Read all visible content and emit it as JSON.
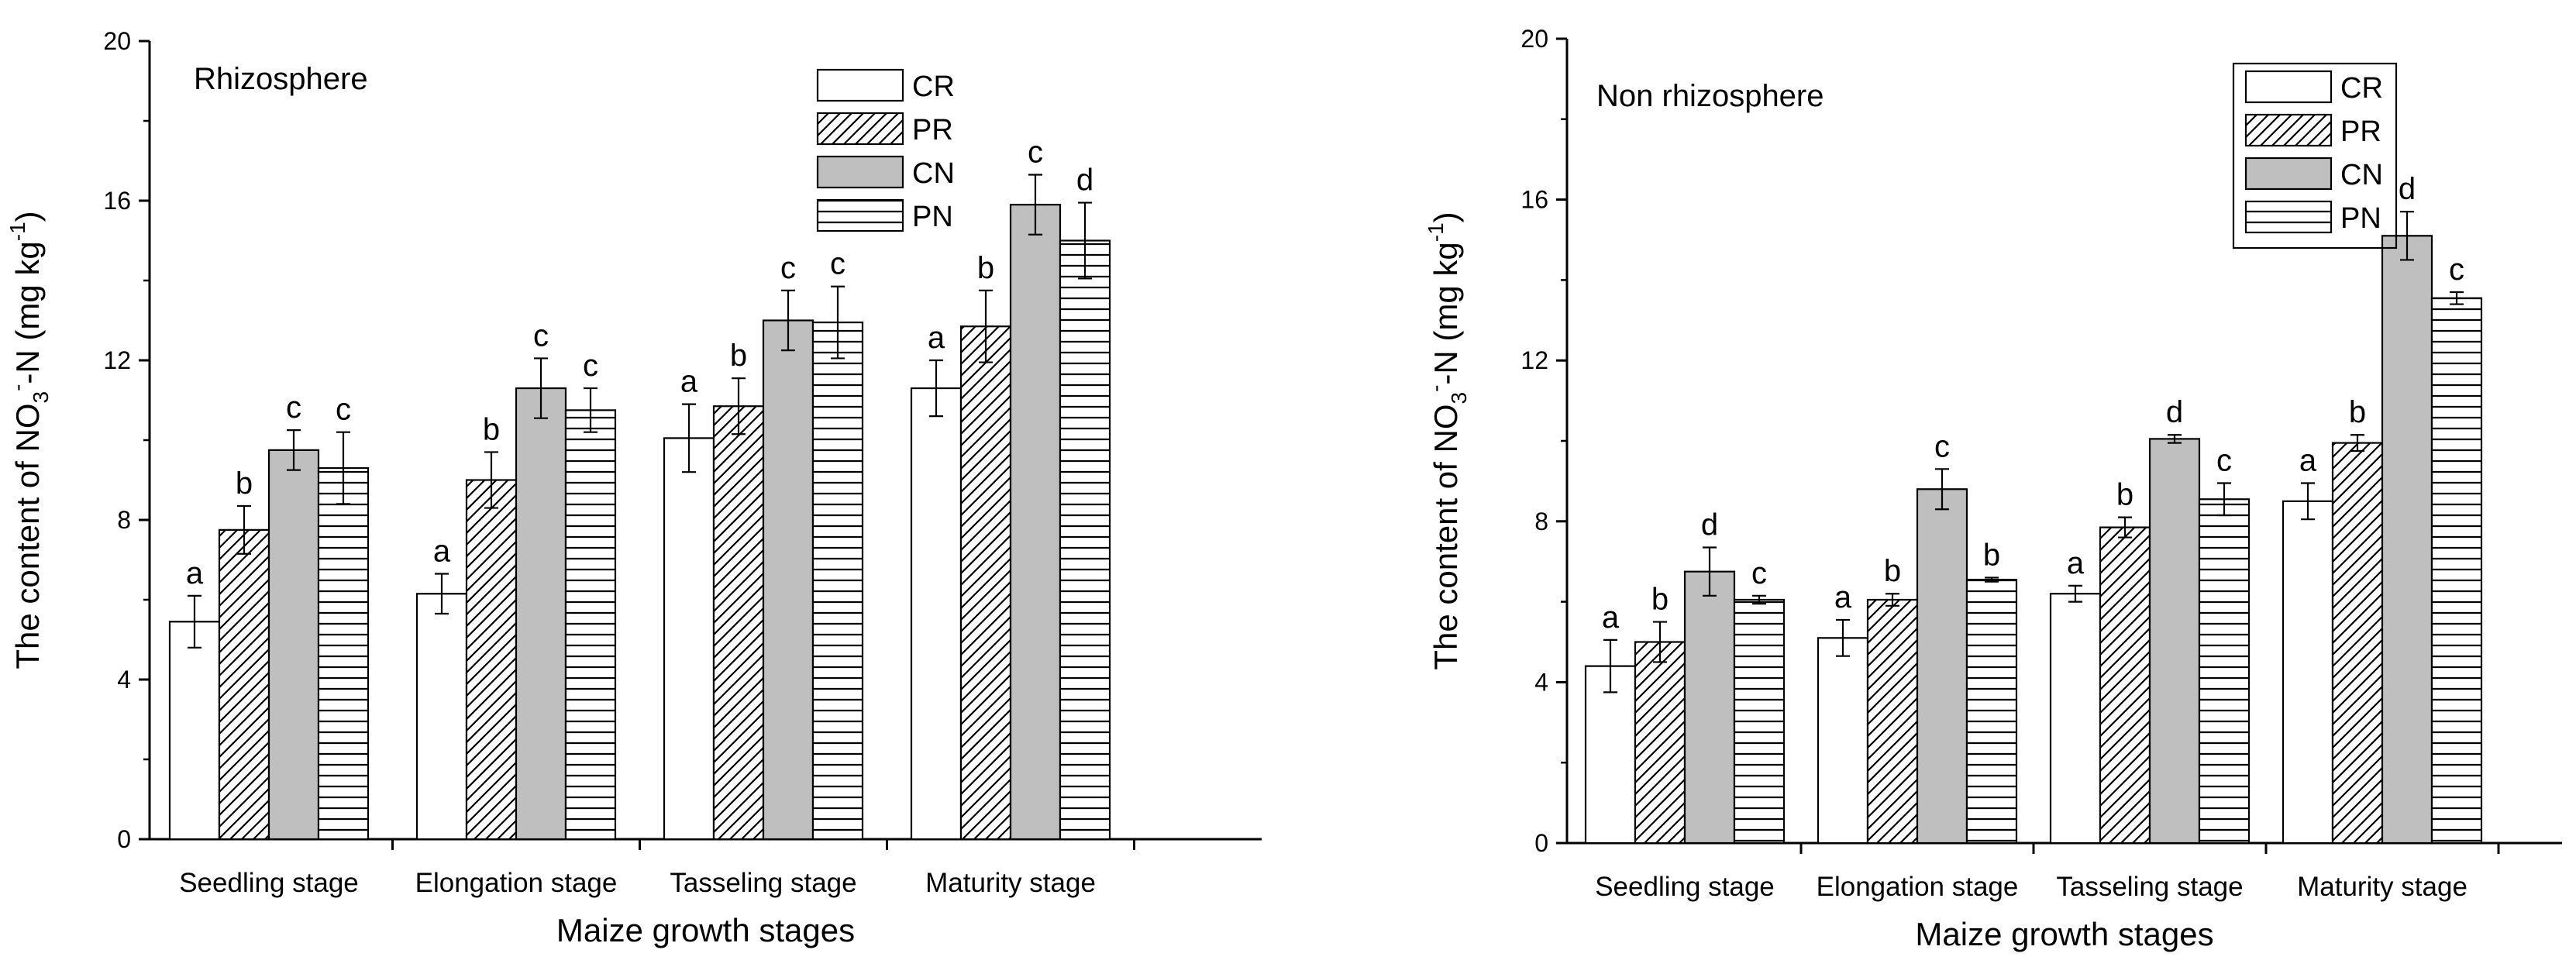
{
  "chart_data": [
    {
      "type": "bar",
      "title": "Rhizosphere",
      "xlabel": "Maize growth stages",
      "ylabel": "The content of NO3--N (mg kg-1)",
      "ylabel_parts": [
        "The content of NO",
        "3",
        "-",
        "-N (mg kg",
        "-1",
        ")"
      ],
      "ylim": [
        0,
        20
      ],
      "yticks": [
        0,
        4,
        8,
        12,
        16,
        20
      ],
      "categories": [
        "Seedling stage",
        "Elongation stage",
        "Tasseling stage",
        "Maturity stage"
      ],
      "legend_position": "top-right",
      "series": [
        {
          "name": "CR",
          "pattern": "white",
          "values": [
            5.45,
            6.15,
            10.05,
            11.3
          ],
          "errors": [
            0.65,
            0.5,
            0.85,
            0.7
          ],
          "labels": [
            "a",
            "a",
            "a",
            "a"
          ]
        },
        {
          "name": "PR",
          "pattern": "diagonal",
          "values": [
            7.75,
            9.0,
            10.85,
            12.85
          ],
          "errors": [
            0.6,
            0.7,
            0.7,
            0.9
          ],
          "labels": [
            "b",
            "b",
            "b",
            "b"
          ]
        },
        {
          "name": "CN",
          "pattern": "gray",
          "values": [
            9.75,
            11.3,
            13.0,
            15.9
          ],
          "errors": [
            0.5,
            0.75,
            0.75,
            0.75
          ],
          "labels": [
            "c",
            "c",
            "c",
            "c"
          ]
        },
        {
          "name": "PN",
          "pattern": "horizontal",
          "values": [
            9.3,
            10.75,
            12.95,
            15.0
          ],
          "errors": [
            0.9,
            0.55,
            0.9,
            0.95
          ],
          "labels": [
            "c",
            "c",
            "c",
            "d"
          ]
        }
      ]
    },
    {
      "type": "bar",
      "title": "Non rhizosphere",
      "xlabel": "Maize growth stages",
      "ylabel": "The content of NO3--N (mg kg-1)",
      "ylabel_parts": [
        "The content of NO",
        "3",
        "-",
        "-N (mg kg",
        "-1",
        ")"
      ],
      "ylim": [
        0,
        20
      ],
      "yticks": [
        0,
        4,
        8,
        12,
        16,
        20
      ],
      "categories": [
        "Seedling stage",
        "Elongation stage",
        "Tasseling stage",
        "Maturity stage"
      ],
      "legend_position": "top-right",
      "series": [
        {
          "name": "CR",
          "pattern": "white",
          "values": [
            4.4,
            5.1,
            6.2,
            8.5
          ],
          "errors": [
            0.65,
            0.45,
            0.2,
            0.45
          ],
          "labels": [
            "a",
            "a",
            "a",
            "a"
          ]
        },
        {
          "name": "PR",
          "pattern": "diagonal",
          "values": [
            5.0,
            6.05,
            7.85,
            9.95
          ],
          "errors": [
            0.5,
            0.15,
            0.25,
            0.2
          ],
          "labels": [
            "b",
            "b",
            "b",
            "b"
          ]
        },
        {
          "name": "CN",
          "pattern": "gray",
          "values": [
            6.75,
            8.8,
            10.05,
            15.1
          ],
          "errors": [
            0.6,
            0.5,
            0.1,
            0.6
          ],
          "labels": [
            "d",
            "c",
            "d",
            "d"
          ]
        },
        {
          "name": "PN",
          "pattern": "horizontal",
          "values": [
            6.05,
            6.55,
            8.55,
            13.55
          ],
          "errors": [
            0.1,
            0.05,
            0.4,
            0.15
          ],
          "labels": [
            "c",
            "b",
            "c",
            "c"
          ]
        }
      ]
    }
  ]
}
